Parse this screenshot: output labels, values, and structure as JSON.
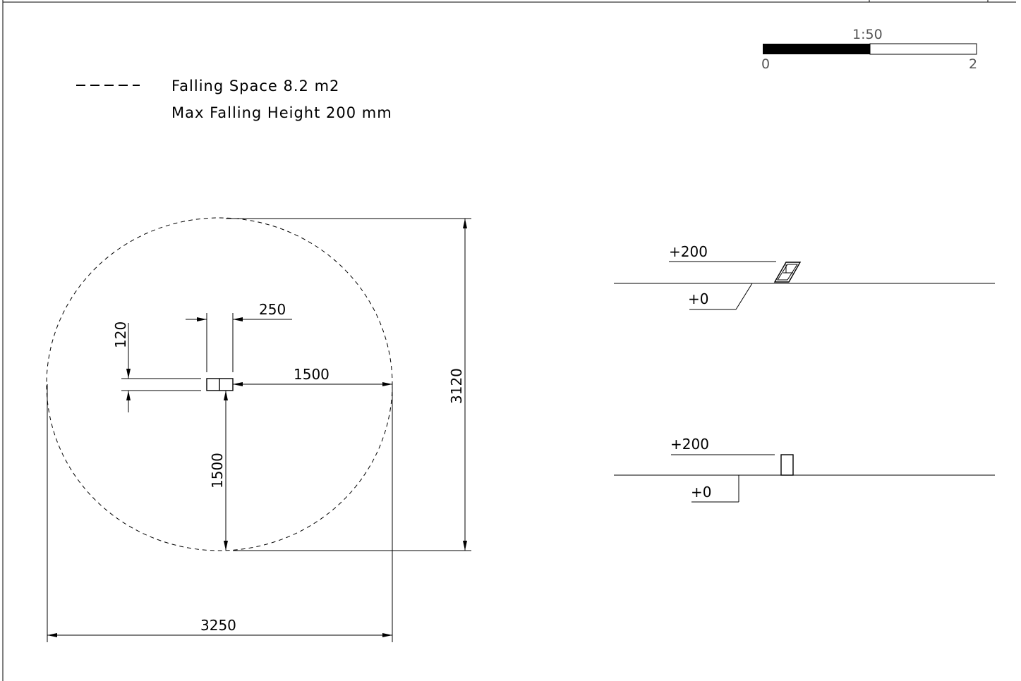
{
  "legend": {
    "falling_space": "Falling Space 8.2 m2",
    "max_falling_height": "Max Falling Height 200 mm"
  },
  "scale_bar": {
    "ratio": "1:50",
    "start": "0",
    "end": "2"
  },
  "plan": {
    "dim_width_element": "250",
    "dim_depth_element": "120",
    "dim_radius_horizontal": "1500",
    "dim_radius_vertical": "1500",
    "dim_total_height": "3120",
    "dim_total_width": "3250"
  },
  "elevation_1": {
    "top_level": "+200",
    "ground_level": "+0"
  },
  "elevation_2": {
    "top_level": "+200",
    "ground_level": "+0"
  }
}
